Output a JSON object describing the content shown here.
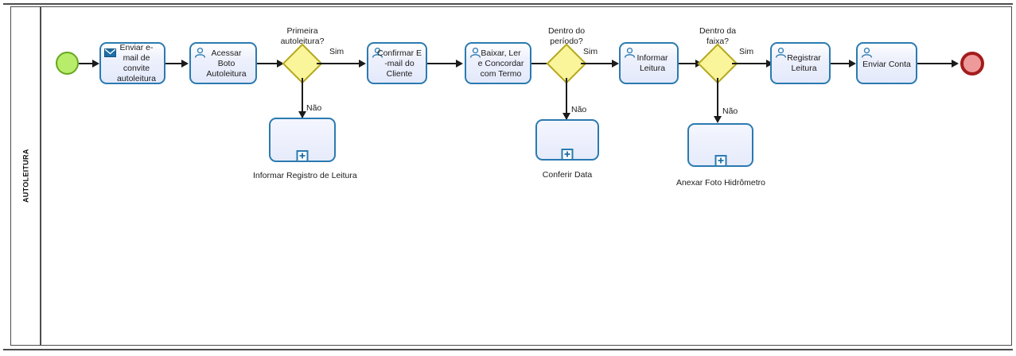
{
  "diagram": {
    "type": "bpmn-process",
    "pool": {
      "label": "AUTOLEITURA"
    },
    "colors": {
      "task_border": "#2b7ab0",
      "task_fill": "#e3e9fb",
      "gateway_fill": "#faf49a",
      "gateway_border": "#b5a820",
      "start_fill": "#b8ec6b",
      "start_border": "#67a81f",
      "end_fill": "#ef9a9a",
      "end_border": "#a41c1c",
      "flow": "#1b1b1b",
      "frame": "#4d4d4d"
    }
  },
  "events": {
    "start": {
      "name": "start-event"
    },
    "end": {
      "name": "end-event"
    }
  },
  "tasks": [
    {
      "id": "enviar-email",
      "label": "Enviar e-\nmail de convite\nautoleitura",
      "icon": "envelope-icon",
      "icon_type": "send-message"
    },
    {
      "id": "acessar-boto",
      "label": "Acessar\nBoto\nAutoleitura",
      "icon": "user-icon",
      "icon_type": "user-task"
    },
    {
      "id": "confirmar-email",
      "label": "Confirmar E\n-mail do\nCliente",
      "icon": "user-icon",
      "icon_type": "user-task"
    },
    {
      "id": "baixar-ler",
      "label": "Baixar,  Ler\ne Concordar\ncom Termo",
      "icon": "user-icon",
      "icon_type": "user-task"
    },
    {
      "id": "informar-leitura",
      "label": "Informar\nLeitura",
      "icon": "user-icon",
      "icon_type": "user-task"
    },
    {
      "id": "registrar-leitura",
      "label": "Registrar\nLeitura",
      "icon": "user-icon",
      "icon_type": "user-task"
    },
    {
      "id": "enviar-conta",
      "label": "Enviar Conta",
      "icon": "user-icon",
      "icon_type": "user-task"
    }
  ],
  "gateways": [
    {
      "id": "primeira-autoleitura",
      "label": "Primeira\nautoleitura?",
      "yes": "Sim",
      "no": "Não"
    },
    {
      "id": "dentro-do-periodo",
      "label": "Dentro do\nperíodo?",
      "yes": "Sim",
      "no": "Não"
    },
    {
      "id": "dentro-da-faixa",
      "label": "Dentro da\nfaixa?",
      "yes": "Sim",
      "no": "Não"
    }
  ],
  "subprocesses": [
    {
      "id": "informar-registro-leitura",
      "label": "Informar Registro de Leitura",
      "marker": "plus-icon"
    },
    {
      "id": "conferir-data",
      "label": "Conferir Data",
      "marker": "plus-icon"
    },
    {
      "id": "anexar-foto-hidrometro",
      "label": "Anexar Foto Hidrômetro",
      "marker": "plus-icon"
    }
  ]
}
